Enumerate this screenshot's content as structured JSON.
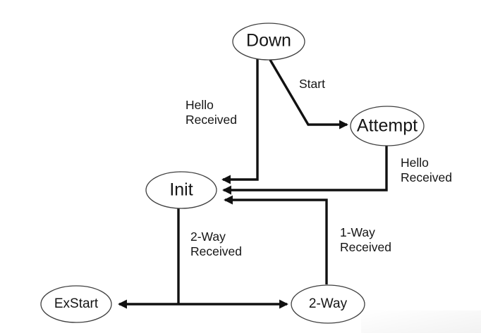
{
  "diagram": {
    "type": "state-transition-diagram"
  },
  "nodes": {
    "down": {
      "label": "Down"
    },
    "attempt": {
      "label": "Attempt"
    },
    "init": {
      "label": "Init"
    },
    "exstart": {
      "label": "ExStart"
    },
    "two_way": {
      "label": "2-Way"
    }
  },
  "edges": {
    "start": {
      "label": "Start",
      "from": "Down",
      "to": "Attempt"
    },
    "hello_down_init": {
      "label": "Hello\nReceived",
      "from": "Down",
      "to": "Init"
    },
    "hello_attempt_init": {
      "label": "Hello\nReceived",
      "from": "Attempt",
      "to": "Init"
    },
    "two_way_received": {
      "label": "2-Way\nReceived",
      "from": "Init",
      "to": "ExStart / 2-Way"
    },
    "one_way_received": {
      "label": "1-Way\nReceived",
      "from": "2-Way",
      "to": "Init"
    }
  },
  "colors": {
    "background": "#ffffff",
    "edge_line": "#111111",
    "node_stroke": "#3f3f3f",
    "node_fill": "#ffffff",
    "text": "#151515"
  }
}
